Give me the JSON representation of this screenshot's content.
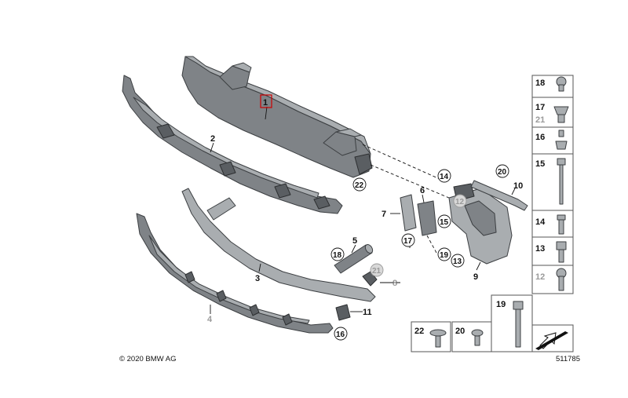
{
  "diagram": {
    "copyright": "© 2020 BMW AG",
    "reference_number": "511785",
    "main_labels": {
      "p1": "1",
      "p2": "2",
      "p3": "3",
      "p4": "4",
      "p5": "5",
      "p6": "6",
      "p7": "7",
      "p8": "8",
      "p9": "9",
      "p10": "10",
      "p11": "11"
    },
    "circle_labels": {
      "c12": "12",
      "c13": "13",
      "c14": "14",
      "c15": "15",
      "c16": "16",
      "c17": "17",
      "c18": "18",
      "c19": "19",
      "c20": "20",
      "c21": "21",
      "c22": "22"
    },
    "fastener_panel": {
      "items": [
        "18",
        "17",
        "21",
        "16",
        "15",
        "14",
        "13",
        "12"
      ],
      "bottom_items": [
        "19",
        "22",
        "20"
      ]
    },
    "colors": {
      "part_fill": "#7f8387",
      "part_light": "#a9adb0",
      "highlight": "#cc0000",
      "grey_label": "#9a9a9a"
    },
    "icons": [
      "arrow-symbol-icon"
    ]
  }
}
